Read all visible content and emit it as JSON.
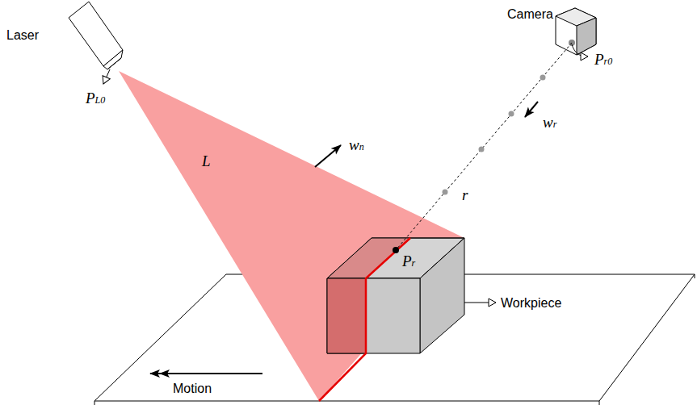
{
  "diagram": {
    "labels": [
      "Laser",
      "PL0",
      "L",
      "wn",
      "Camera",
      "Pr0",
      "wr",
      "r",
      "Pr",
      "Workpiece",
      "Motion"
    ]
  }
}
